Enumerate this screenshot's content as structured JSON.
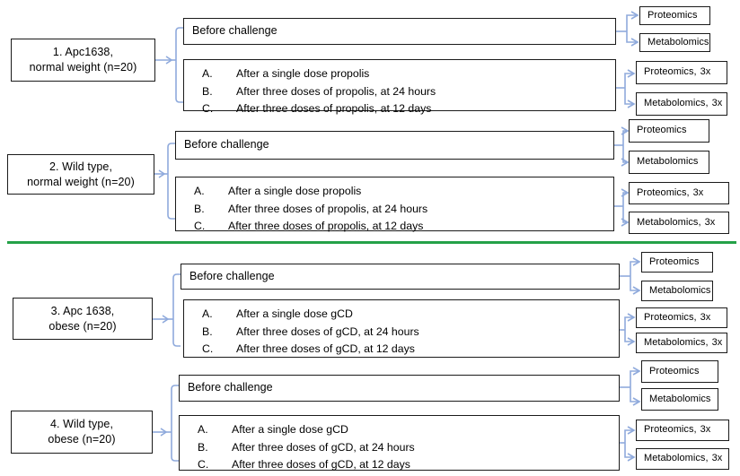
{
  "figure": {
    "title": "Study design flowchart",
    "divider_color": "#24a148",
    "connector_color": "#8faadc",
    "box_border_color": "#1a1a1a"
  },
  "groups": [
    {
      "cohort": {
        "line1": "1. Apc1638,",
        "line2": "normal weight (n=20)"
      },
      "baseline": {
        "label": "Before challenge",
        "outputs": [
          {
            "assay": "Proteomics",
            "replicates": ""
          },
          {
            "assay": "Metabolomics",
            "replicates": ""
          }
        ]
      },
      "challenge": {
        "items": [
          {
            "marker": "A.",
            "text": "After a single dose propolis"
          },
          {
            "marker": "B.",
            "text": "After three doses of propolis, at 24 hours"
          },
          {
            "marker": "C.",
            "text": "After three doses of propolis, at 12 days"
          }
        ],
        "outputs": [
          {
            "assay": "Proteomics,",
            "replicates": "3x"
          },
          {
            "assay": "Metabolomics,",
            "replicates": "3x"
          }
        ]
      }
    },
    {
      "cohort": {
        "line1": "2. Wild type,",
        "line2": "normal weight (n=20)"
      },
      "baseline": {
        "label": "Before challenge",
        "outputs": [
          {
            "assay": "Proteomics",
            "replicates": ""
          },
          {
            "assay": "Metabolomics",
            "replicates": ""
          }
        ]
      },
      "challenge": {
        "items": [
          {
            "marker": "A.",
            "text": "After a single dose propolis"
          },
          {
            "marker": "B.",
            "text": "After three doses of propolis, at 24 hours"
          },
          {
            "marker": "C.",
            "text": "After three doses of propolis, at 12 days"
          }
        ],
        "outputs": [
          {
            "assay": "Proteomics,",
            "replicates": "3x"
          },
          {
            "assay": "Metabolomics,",
            "replicates": "3x"
          }
        ]
      }
    },
    {
      "cohort": {
        "line1": "3. Apc 1638,",
        "line2": "obese (n=20)"
      },
      "baseline": {
        "label": "Before challenge",
        "outputs": [
          {
            "assay": "Proteomics",
            "replicates": ""
          },
          {
            "assay": "Metabolomics",
            "replicates": ""
          }
        ]
      },
      "challenge": {
        "items": [
          {
            "marker": "A.",
            "text": "After a single dose gCD"
          },
          {
            "marker": "B.",
            "text": "After three doses of gCD, at 24 hours"
          },
          {
            "marker": "C.",
            "text": "After three doses of gCD, at 12 days"
          }
        ],
        "outputs": [
          {
            "assay": "Proteomics,",
            "replicates": "3x"
          },
          {
            "assay": "Metabolomics,",
            "replicates": "3x"
          }
        ]
      }
    },
    {
      "cohort": {
        "line1": "4. Wild type,",
        "line2": "obese (n=20)"
      },
      "baseline": {
        "label": "Before challenge",
        "outputs": [
          {
            "assay": "Proteomics",
            "replicates": ""
          },
          {
            "assay": "Metabolomics",
            "replicates": ""
          }
        ]
      },
      "challenge": {
        "items": [
          {
            "marker": "A.",
            "text": "After a single dose gCD"
          },
          {
            "marker": "B.",
            "text": "After three doses of gCD, at 24 hours"
          },
          {
            "marker": "C.",
            "text": "After three doses of gCD, at 12 days"
          }
        ],
        "outputs": [
          {
            "assay": "Proteomics,",
            "replicates": "3x"
          },
          {
            "assay": "Metabolomics,",
            "replicates": "3x"
          }
        ]
      }
    }
  ]
}
